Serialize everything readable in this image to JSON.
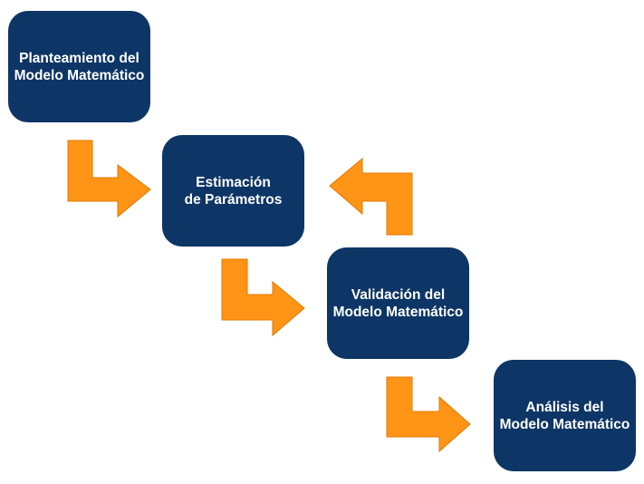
{
  "diagram": {
    "steps": [
      {
        "label": "Planteamiento del\nModelo Matemático"
      },
      {
        "label": "Estimación\nde Parámetros"
      },
      {
        "label": "Validación del\nModelo Matemático"
      },
      {
        "label": "Análisis del\nModelo Matemático"
      }
    ],
    "colors": {
      "box_fill": "#0d3566",
      "box_text": "#ffffff",
      "arrow_fill": "#ff9416",
      "arrow_stroke": "#e07a00"
    },
    "arrows": [
      {
        "from": 1,
        "to": 2,
        "direction": "down-right"
      },
      {
        "from": 2,
        "to": 3,
        "direction": "down-right"
      },
      {
        "from": 3,
        "to": 2,
        "direction": "up-left"
      },
      {
        "from": 3,
        "to": 4,
        "direction": "down-right"
      }
    ]
  }
}
